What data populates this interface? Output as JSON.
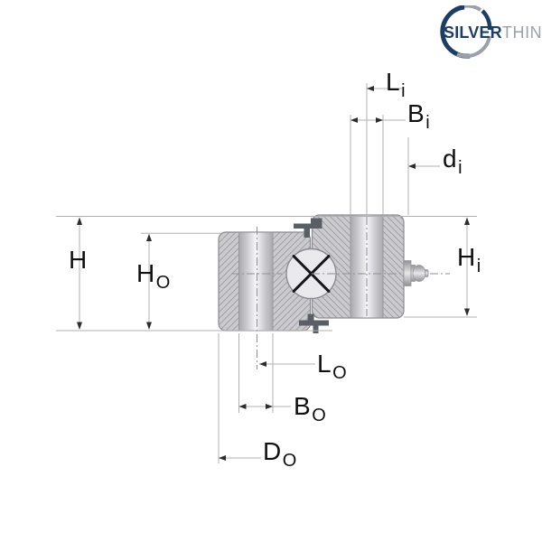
{
  "logo": {
    "brand_bold": "SILVER",
    "brand_thin": "THIN"
  },
  "drawing": {
    "labels": {
      "Li": {
        "main": "L",
        "sub": "i"
      },
      "Bi": {
        "main": "B",
        "sub": "i"
      },
      "di": {
        "main": "d",
        "sub": "i"
      },
      "H": {
        "main": "H",
        "sub": ""
      },
      "HO": {
        "main": "H",
        "sub": "O"
      },
      "Hi": {
        "main": "H",
        "sub": "i"
      },
      "LO": {
        "main": "L",
        "sub": "O"
      },
      "BO": {
        "main": "B",
        "sub": "O"
      },
      "DO": {
        "main": "D",
        "sub": "O"
      }
    },
    "colors": {
      "ring_fill": "#cbcbcf",
      "hatch_line": "#a2a2a8",
      "band_edge": "#97979d",
      "ball_fill": "#eaeaec",
      "ball_cross": "#17171b",
      "seal": "#5a5f66",
      "dim_line": "#b0b0b4",
      "arrow": "#2b2b30",
      "centerline": "#8f8f95",
      "outline": "#8a8a90",
      "logo_navy": "#1c3e66",
      "logo_gray": "#9aa1a8"
    }
  }
}
